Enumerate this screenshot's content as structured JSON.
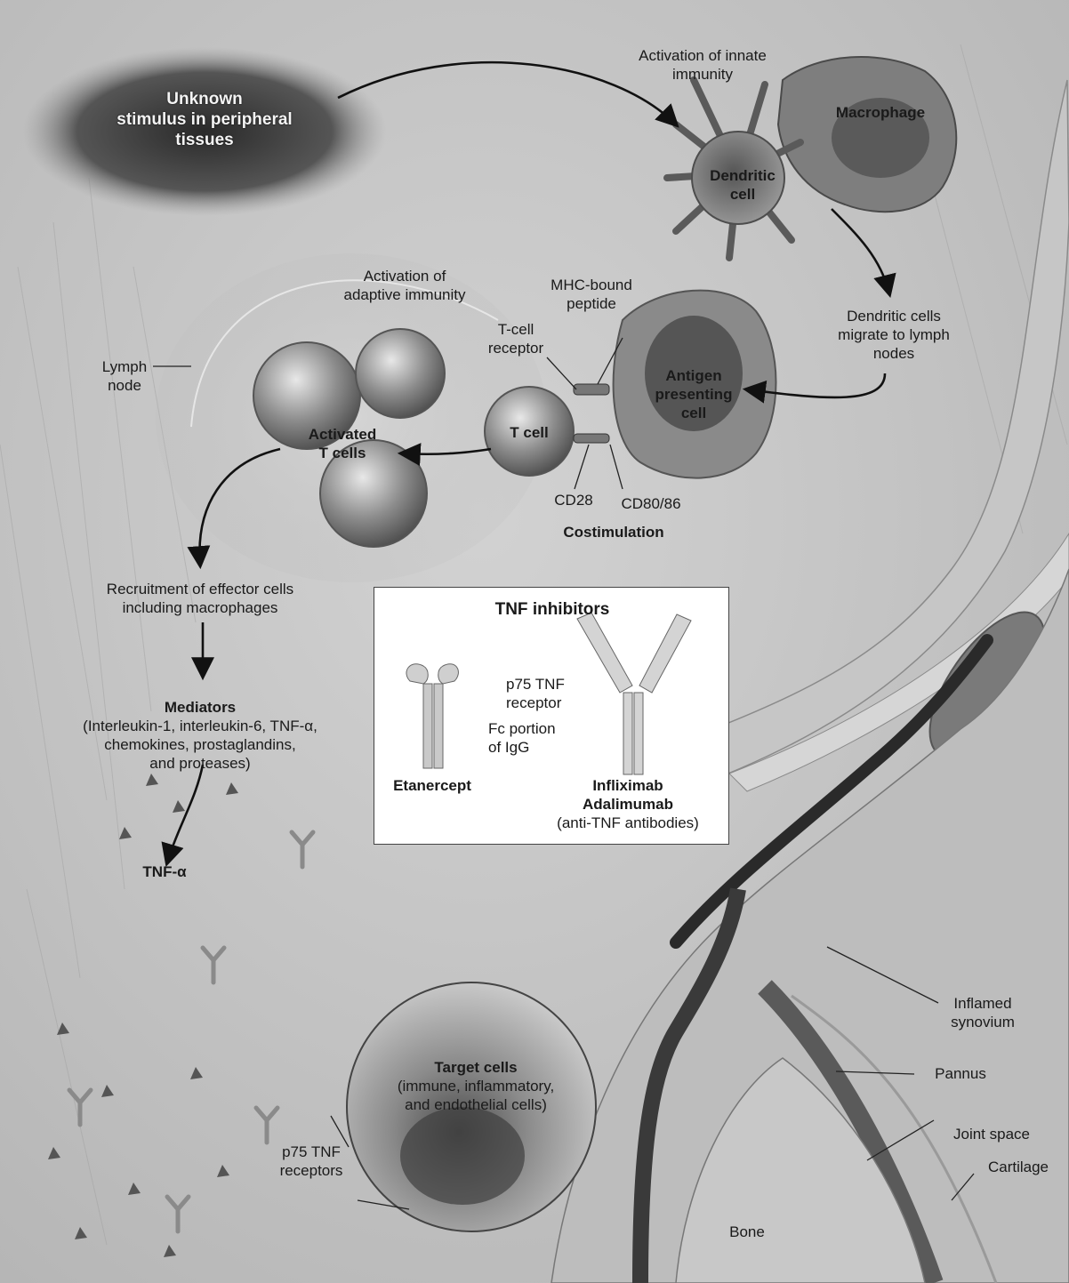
{
  "labels": {
    "unknown_stimulus": [
      "Unknown",
      "stimulus in peripheral",
      "tissues"
    ],
    "innate_activation": [
      "Activation of innate",
      "immunity"
    ],
    "macrophage": "Macrophage",
    "dendritic_cell": [
      "Dendritic",
      "cell"
    ],
    "adaptive_activation": [
      "Activation of",
      "adaptive immunity"
    ],
    "mhc_peptide": [
      "MHC-bound",
      "peptide"
    ],
    "tcell_receptor": [
      "T-cell",
      "receptor"
    ],
    "lymph_node": [
      "Lymph",
      "node"
    ],
    "dc_migrate": [
      "Dendritic cells",
      "migrate to lymph",
      "nodes"
    ],
    "apc": [
      "Antigen",
      "presenting",
      "cell"
    ],
    "t_cell": "T cell",
    "activated_t_cells": [
      "Activated",
      "T cells"
    ],
    "cd28": "CD28",
    "cd80_86": "CD80/86",
    "costimulation": "Costimulation",
    "recruitment": [
      "Recruitment of effector cells",
      "including macrophages"
    ],
    "mediators_title": "Mediators",
    "mediators_list": [
      "(Interleukin-1, interleukin-6, TNF-α,",
      "chemokines, prostaglandins,",
      "and proteases)"
    ],
    "tnf_alpha": "TNF-α",
    "target_cells_title": "Target cells",
    "target_cells_desc": [
      "(immune, inflammatory,",
      "and endothelial cells)"
    ],
    "p75_receptors": [
      "p75 TNF",
      "receptors"
    ],
    "inflamed_synovium": [
      "Inflamed",
      "synovium"
    ],
    "pannus": "Pannus",
    "joint_space": "Joint space",
    "cartilage": "Cartilage",
    "bone": "Bone"
  },
  "tnf_box": {
    "title": "TNF inhibitors",
    "p75_receptor": [
      "p75 TNF",
      "receptor"
    ],
    "fc_portion": [
      "Fc portion",
      "of IgG"
    ],
    "etanercept": "Etanercept",
    "infliximab": "Infliximab",
    "adalimumab": "Adalimumab",
    "antibodies_note": "(anti-TNF antibodies)"
  }
}
